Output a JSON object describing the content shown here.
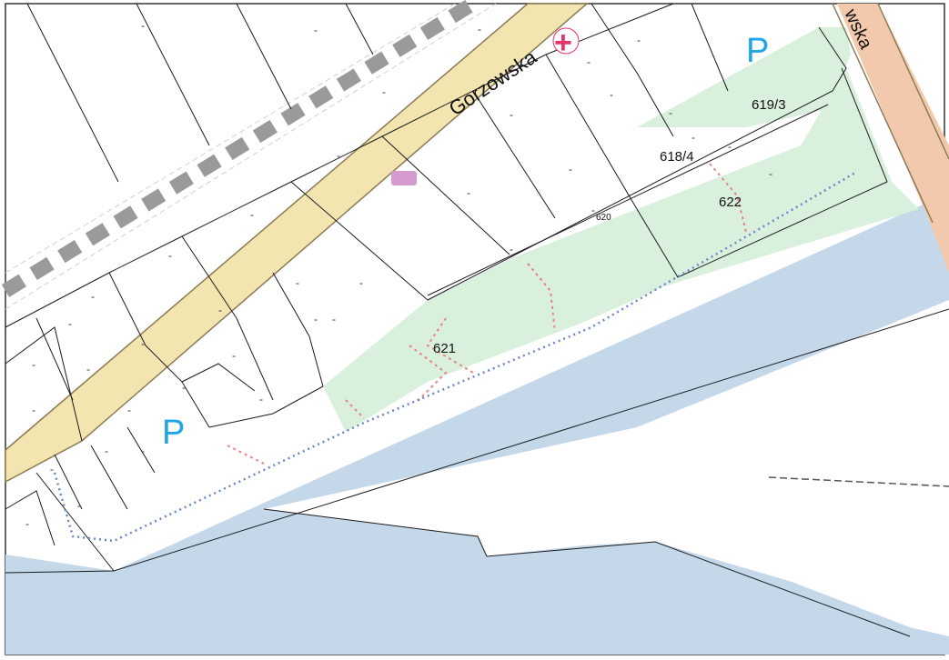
{
  "streets": {
    "gorzowska": "Gorzowska",
    "east": "wska"
  },
  "parcels": {
    "p619_3": "619/3",
    "p618_4": "618/4",
    "p620": "620",
    "p621": "621",
    "p622": "622"
  },
  "poi": {
    "parking_left": "P",
    "parking_right": "P",
    "pharmacy": "+"
  },
  "colors": {
    "water": "#c5d8ea",
    "park": "#d9f0dc",
    "road": "#f3e5b0",
    "road_edge": "#8b7a55",
    "east_road": "#f3c9ad",
    "parking": "#1ea6e8",
    "pharmacy": "#e8336b",
    "path": "#6b86c9",
    "footpath": "#e3867f",
    "parcel_line": "#1a1a1a",
    "railway": "#9a9a9a"
  }
}
